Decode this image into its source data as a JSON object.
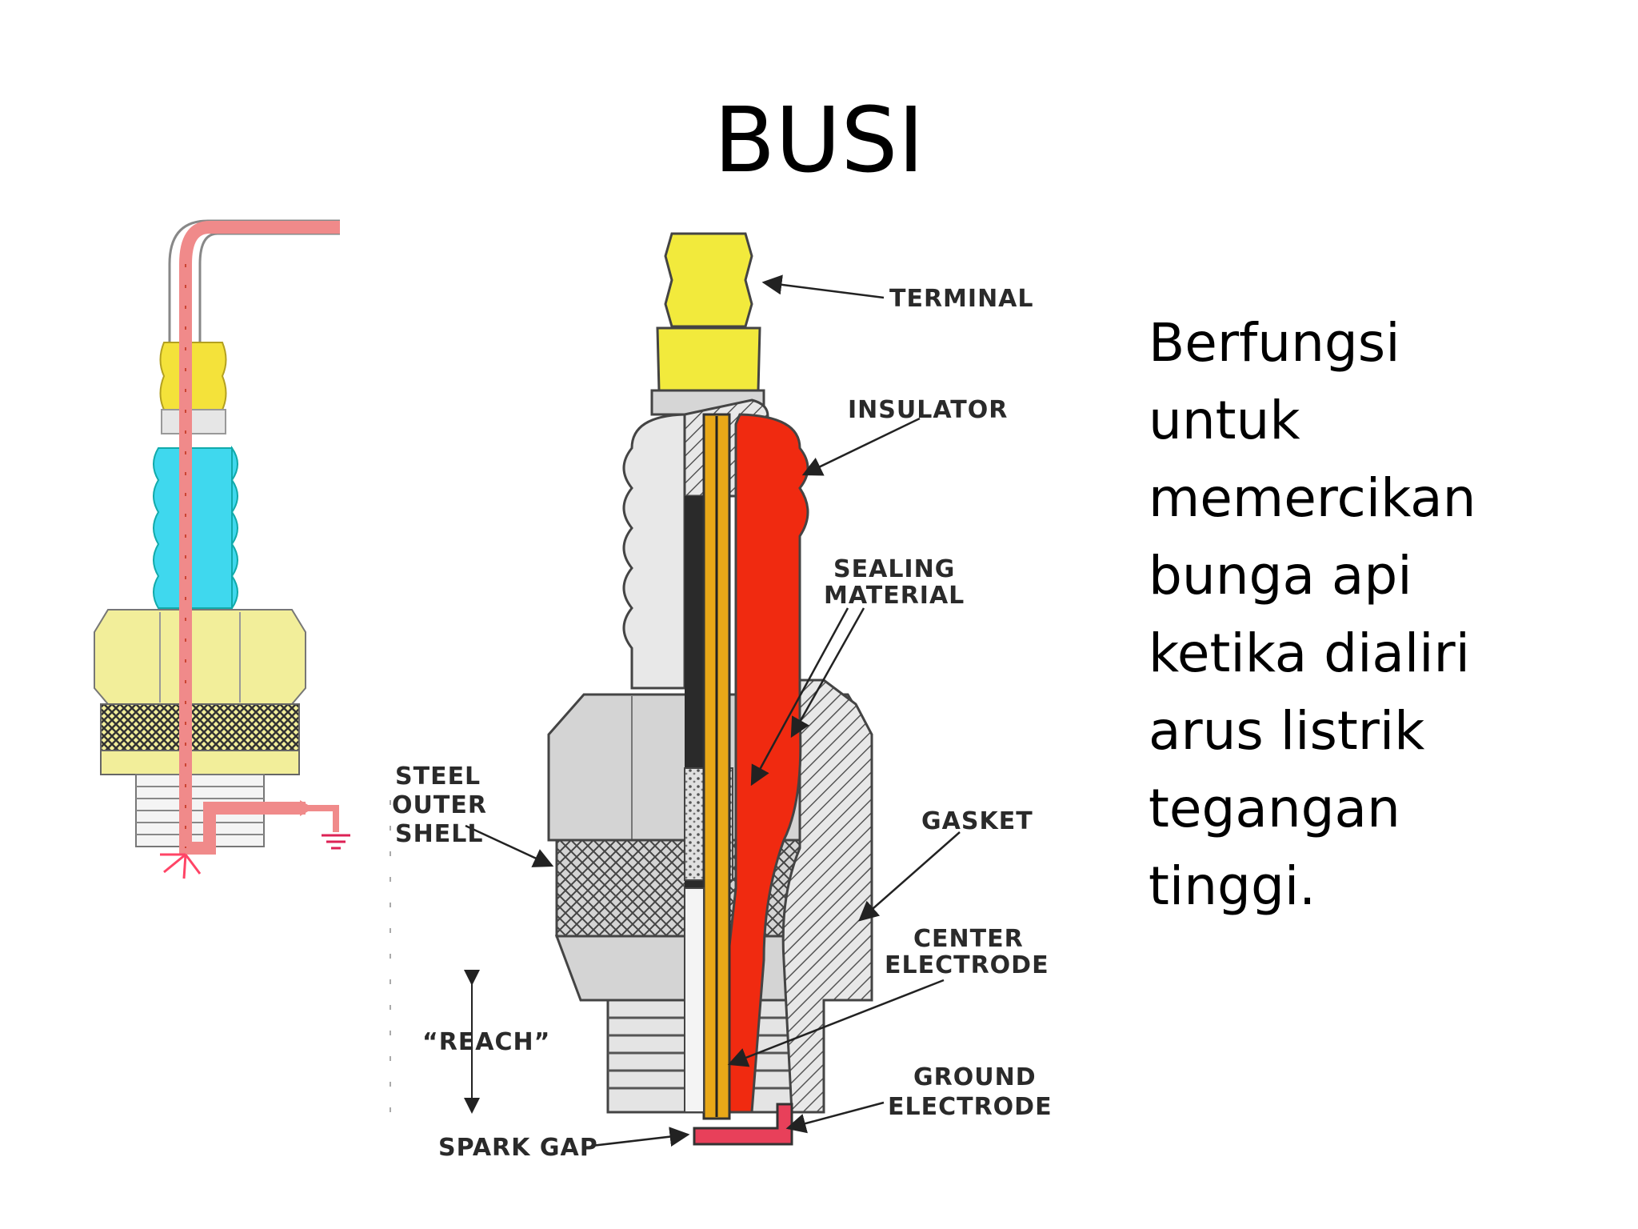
{
  "slide": {
    "title": "BUSI",
    "description": [
      "Berfungsi",
      "untuk",
      "memercikan",
      "bunga api",
      "ketika dialiri",
      "arus listrik",
      "tegangan",
      "tinggi."
    ]
  },
  "diagram": {
    "labels": {
      "terminal": "TERMINAL",
      "insulator": "INSULATOR",
      "sealing_1": "SEALING",
      "sealing_2": "MATERIAL",
      "steel_1": "STEEL",
      "steel_2": "OUTER",
      "steel_3": "SHELL",
      "gasket": "GASKET",
      "center_1": "CENTER",
      "center_2": "ELECTRODE",
      "reach": "“REACH”",
      "ground_1": "GROUND",
      "ground_2": "ELECTRODE",
      "spark_gap": "SPARK GAP"
    },
    "colors": {
      "terminal": "#f2ea3c",
      "insulator_body": "#e8e8e8",
      "insulator_core": "#f02a10",
      "center_electrode": "#e8a818",
      "shell": "#cfcfcf",
      "current_path": "#f08a8a",
      "small_terminal": "#f4e23a",
      "small_insulator": "#3fd8ee",
      "small_shell": "#f2ee9a"
    }
  }
}
